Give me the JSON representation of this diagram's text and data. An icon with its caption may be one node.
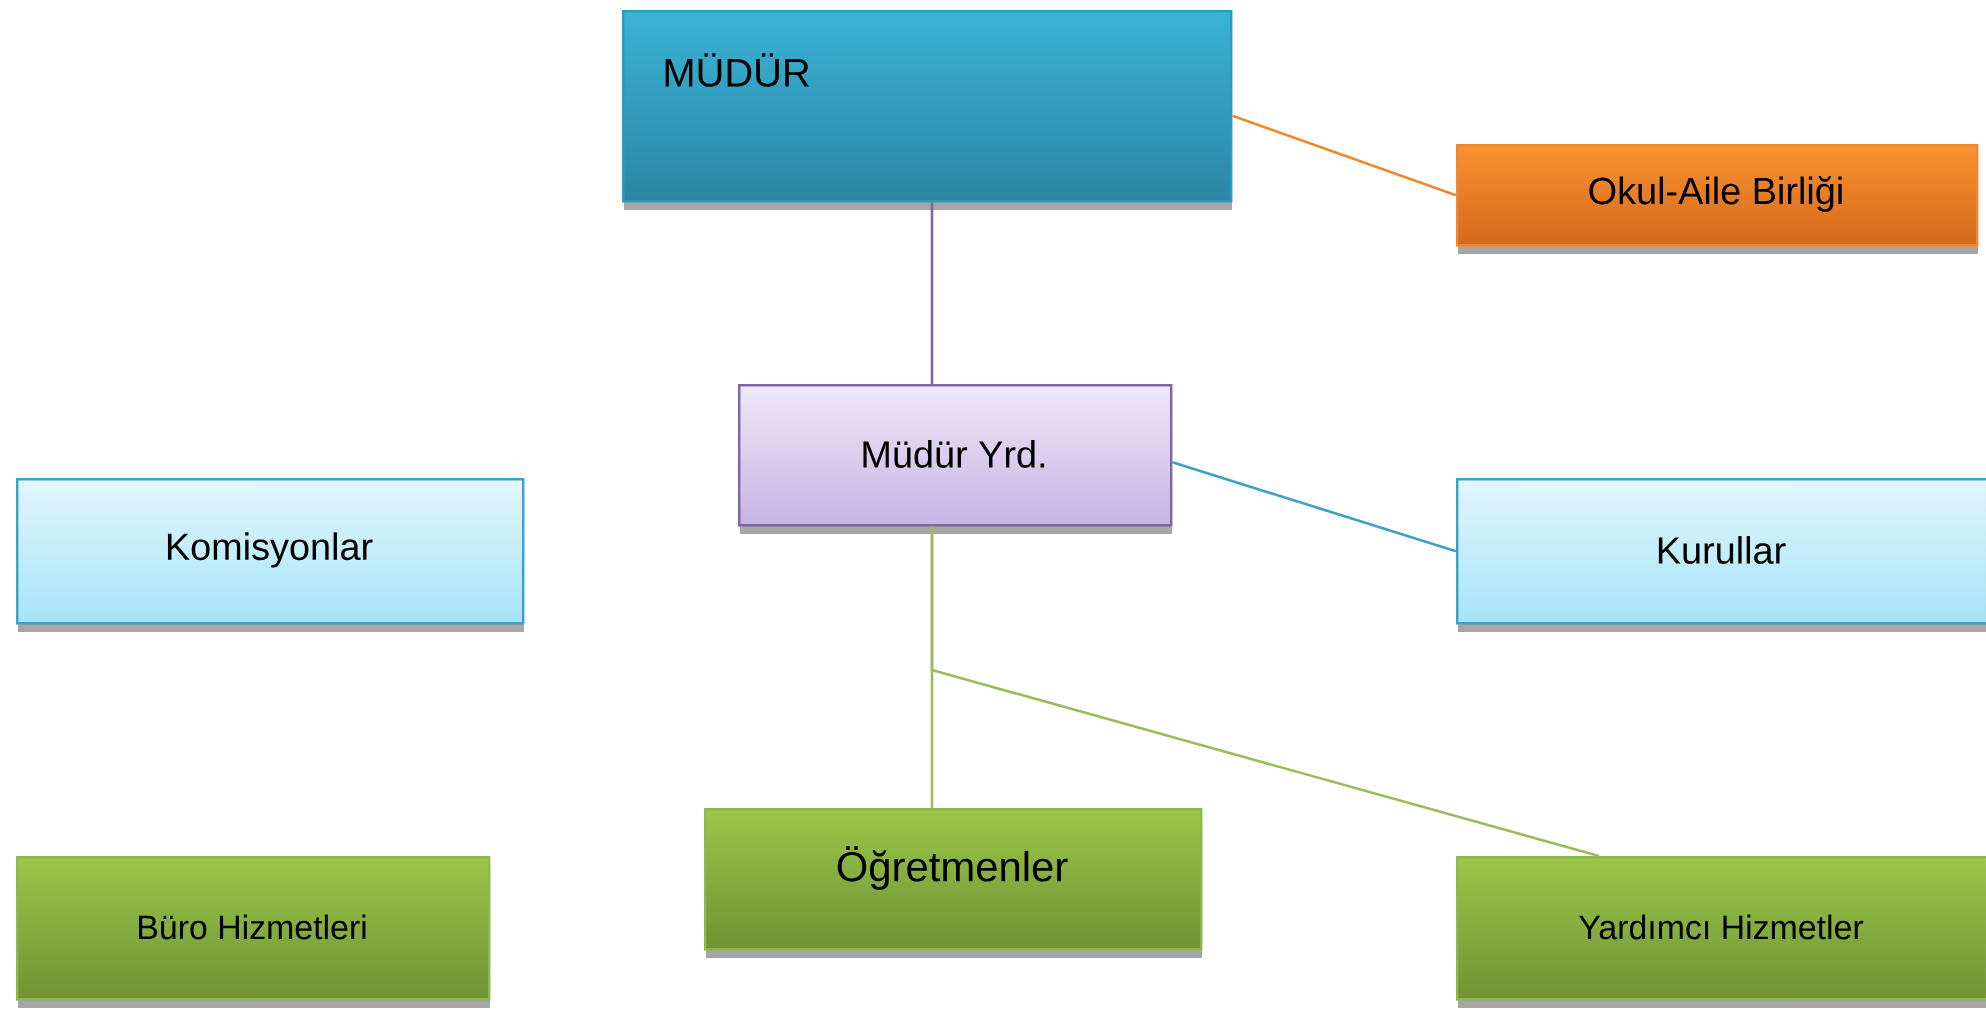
{
  "diagram": {
    "nodes": [
      {
        "text": [
          "MÜDÜR"
        ]
      },
      {
        "text": [
          "Okul-Aile Birliği"
        ]
      },
      {
        "text": [
          "Müdür Yrd."
        ]
      },
      {
        "text": [
          "Komisyonlar"
        ]
      },
      {
        "text": [
          "Kurullar"
        ]
      },
      {
        "text": [
          "Büro Hizmetleri"
        ]
      },
      {
        "text": [
          "Öğretmenler"
        ]
      },
      {
        "text": [
          "Yardımcı Hizmetler"
        ]
      }
    ],
    "edges": [
      {
        "from": 0,
        "to": 1,
        "arrow": "none",
        "color": "#f0892e"
      },
      {
        "from": 0,
        "to": 2,
        "arrow": "none",
        "color": "#8064a2"
      },
      {
        "from": 2,
        "to": 4,
        "arrow": "none",
        "color": "#3aa3c4"
      },
      {
        "from": 2,
        "to": 6,
        "arrow": "none",
        "color": "#9bbb59"
      },
      {
        "from": 2,
        "to": 7,
        "arrow": "none",
        "color": "#9bbb59"
      }
    ]
  }
}
